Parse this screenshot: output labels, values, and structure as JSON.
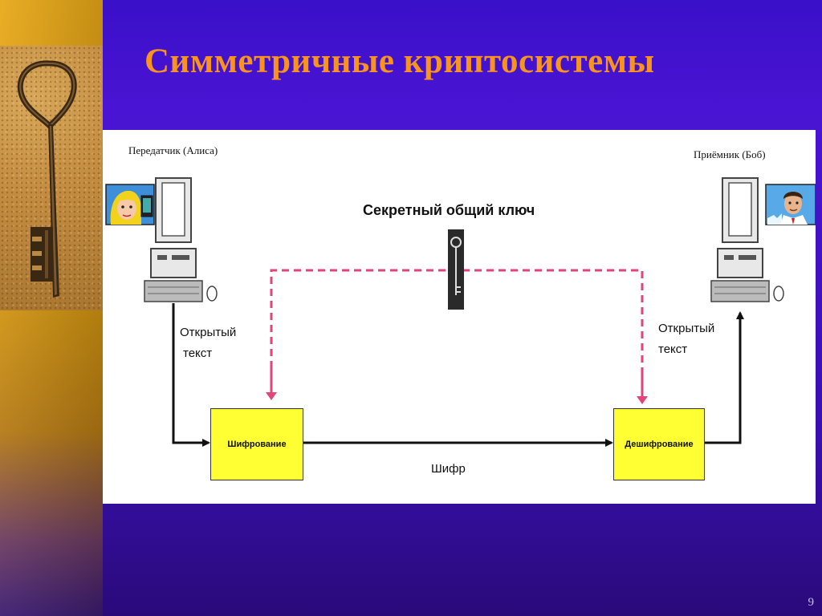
{
  "slide": {
    "title": "Симметричные криптосистемы",
    "page_number": "9"
  },
  "diagram": {
    "sender_label": "Передатчик (Алиса)",
    "receiver_label": "Приёмник (Боб)",
    "secret_key_label": "Секретный общий ключ",
    "plaintext_left_line1": "Открытый",
    "plaintext_left_line2": "текст",
    "plaintext_right_line1": "Открытый",
    "plaintext_right_line2": "текст",
    "encrypt_label": "Шифрование",
    "decrypt_label": "Дешифрование",
    "cipher_label": "Шифр"
  },
  "colors": {
    "background": "#3a10c8",
    "title": "#f7931e",
    "box_fill": "#ffff33",
    "key_path": "#e0457b"
  }
}
